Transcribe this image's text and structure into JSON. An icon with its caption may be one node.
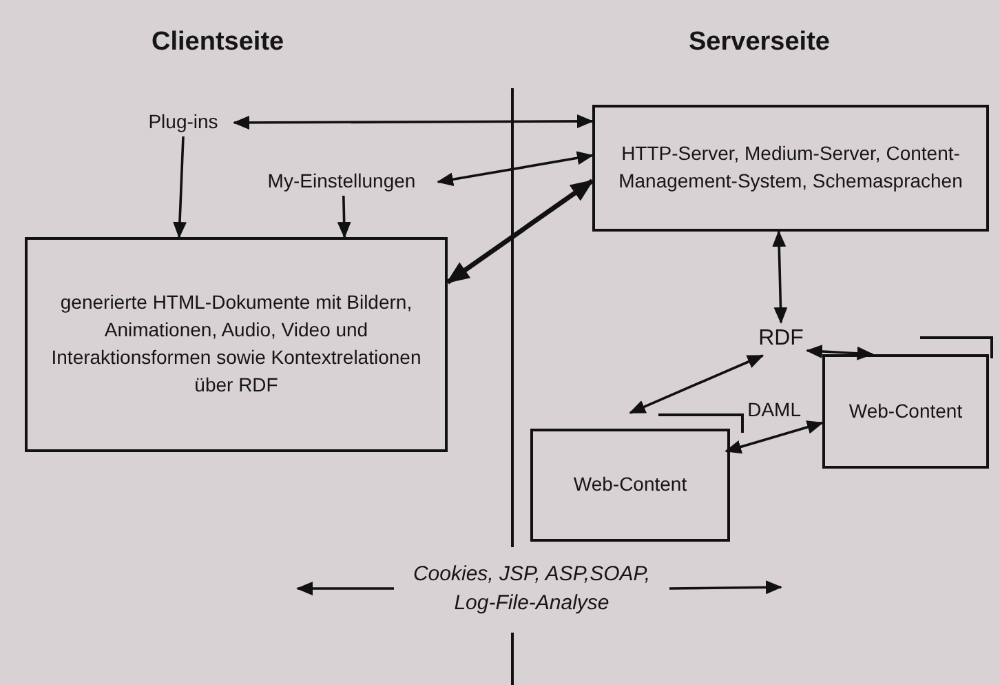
{
  "diagram": {
    "nodes": [
      {
        "text": [
          "Plug-ins"
        ]
      },
      {
        "text": [
          "HTTP-Server, Medium-Server, Content-Management-System, Schemasprachen"
        ]
      },
      {
        "text": [
          "My-Einstellungen"
        ]
      },
      {
        "text": [
          "generierte HTML-Dokumente mit Bildern, Animationen, Audio, Video und Interaktionsformen sowie Kontextrelationen über RDF"
        ]
      },
      {
        "text": [
          "RDF"
        ]
      },
      {
        "text": [
          "Web-Content"
        ]
      },
      {
        "text": [
          "Web-Content"
        ]
      },
      {
        "text": [
          "Cookies, JSP, ASP,SOAP, Log-File-Analyse"
        ]
      }
    ],
    "edges": [
      {
        "from": 0,
        "to": 1,
        "arrow": "both"
      },
      {
        "from": 0,
        "to": 3,
        "arrow": "to"
      },
      {
        "from": 2,
        "to": 1,
        "arrow": "both"
      },
      {
        "from": 2,
        "to": 3,
        "arrow": "to"
      },
      {
        "from": 3,
        "to": 1,
        "arrow": "both",
        "style": "thick"
      },
      {
        "from": 1,
        "to": 4,
        "arrow": "both"
      },
      {
        "from": 4,
        "to": 6,
        "arrow": "both"
      },
      {
        "from": 4,
        "to": 5,
        "arrow": "both"
      },
      {
        "from": 6,
        "to": 5,
        "arrow": "both",
        "label": "DAML"
      },
      {
        "from": 7,
        "to": null,
        "arrow": "to"
      },
      {
        "from": 7,
        "to": null,
        "arrow": "to"
      }
    ],
    "labels": [
      "Clientseite",
      "Serverseite"
    ]
  }
}
